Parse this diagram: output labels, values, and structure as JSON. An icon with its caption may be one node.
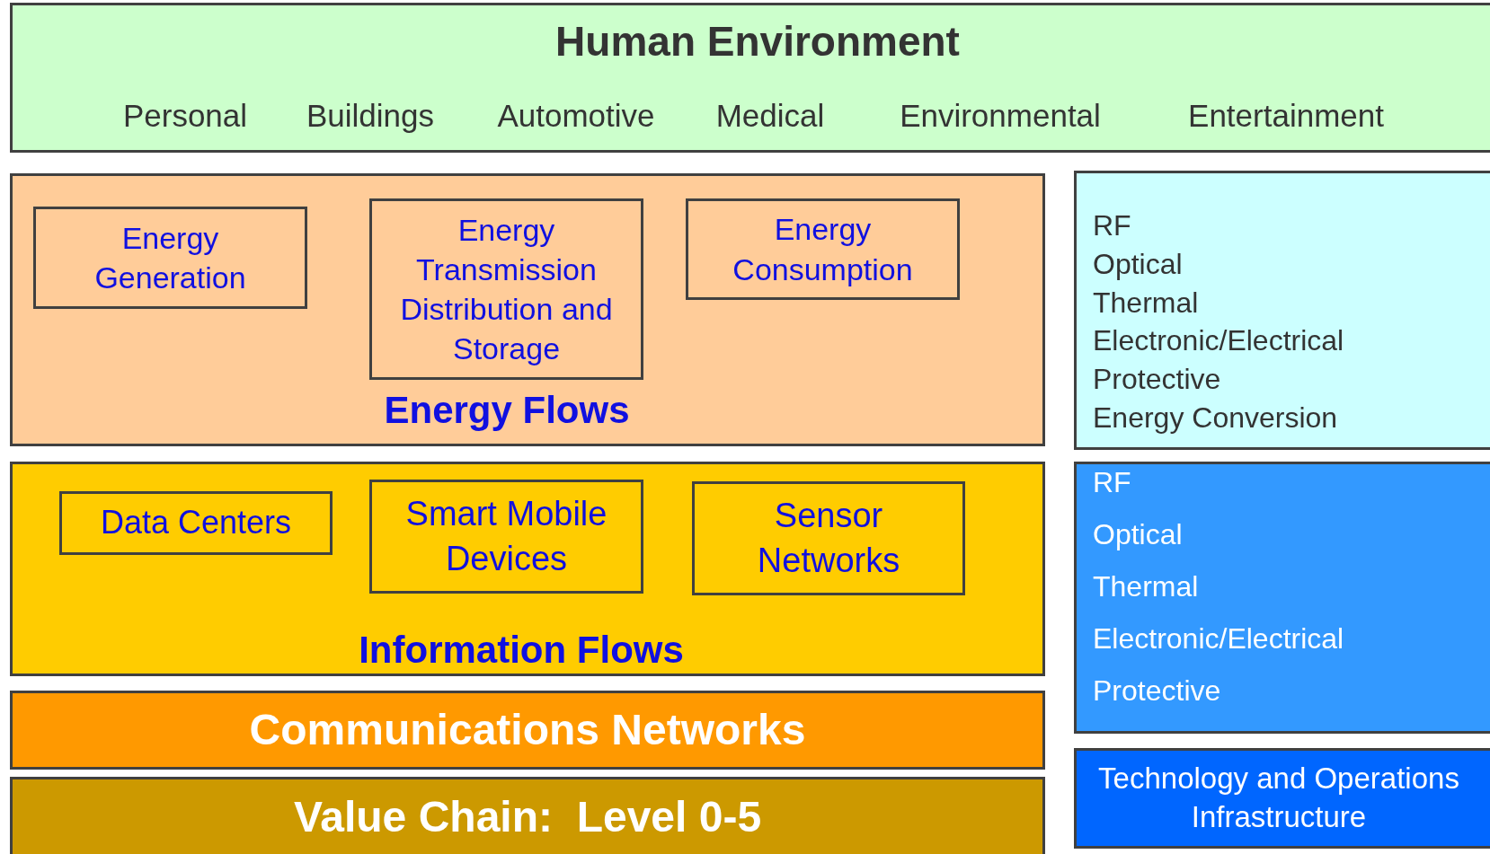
{
  "diagram": {
    "nodes": [
      {
        "text": [
          "Human Environment",
          "Personal",
          "Buildings",
          "Automotive",
          "Medical",
          "Environmental",
          "Entertainment"
        ]
      },
      {
        "text": [
          "Energy Flows"
        ]
      },
      {
        "text": [
          "Energy Generation"
        ],
        "in": 1
      },
      {
        "text": [
          "Energy Transmission Distribution and Storage"
        ],
        "in": 1
      },
      {
        "text": [
          "Energy Consumption"
        ],
        "in": 1
      },
      {
        "text": [
          "RF",
          "Optical",
          "Thermal",
          "Electronic/Electrical",
          "Protective",
          "Energy Conversion"
        ]
      },
      {
        "text": [
          "Information Flows"
        ]
      },
      {
        "text": [
          "Data Centers"
        ],
        "in": 6
      },
      {
        "text": [
          "Smart Mobile Devices"
        ],
        "in": 6
      },
      {
        "text": [
          "Sensor Networks"
        ],
        "in": 6
      },
      {
        "text": [
          "RF",
          "Optical",
          "Thermal",
          "Electronic/Electrical",
          "Protective"
        ]
      },
      {
        "text": [
          "Communications Networks"
        ]
      },
      {
        "text": [
          "Value Chain:  Level 0-5"
        ]
      },
      {
        "text": [
          "Technology and Operations Infrastructure"
        ]
      }
    ]
  }
}
